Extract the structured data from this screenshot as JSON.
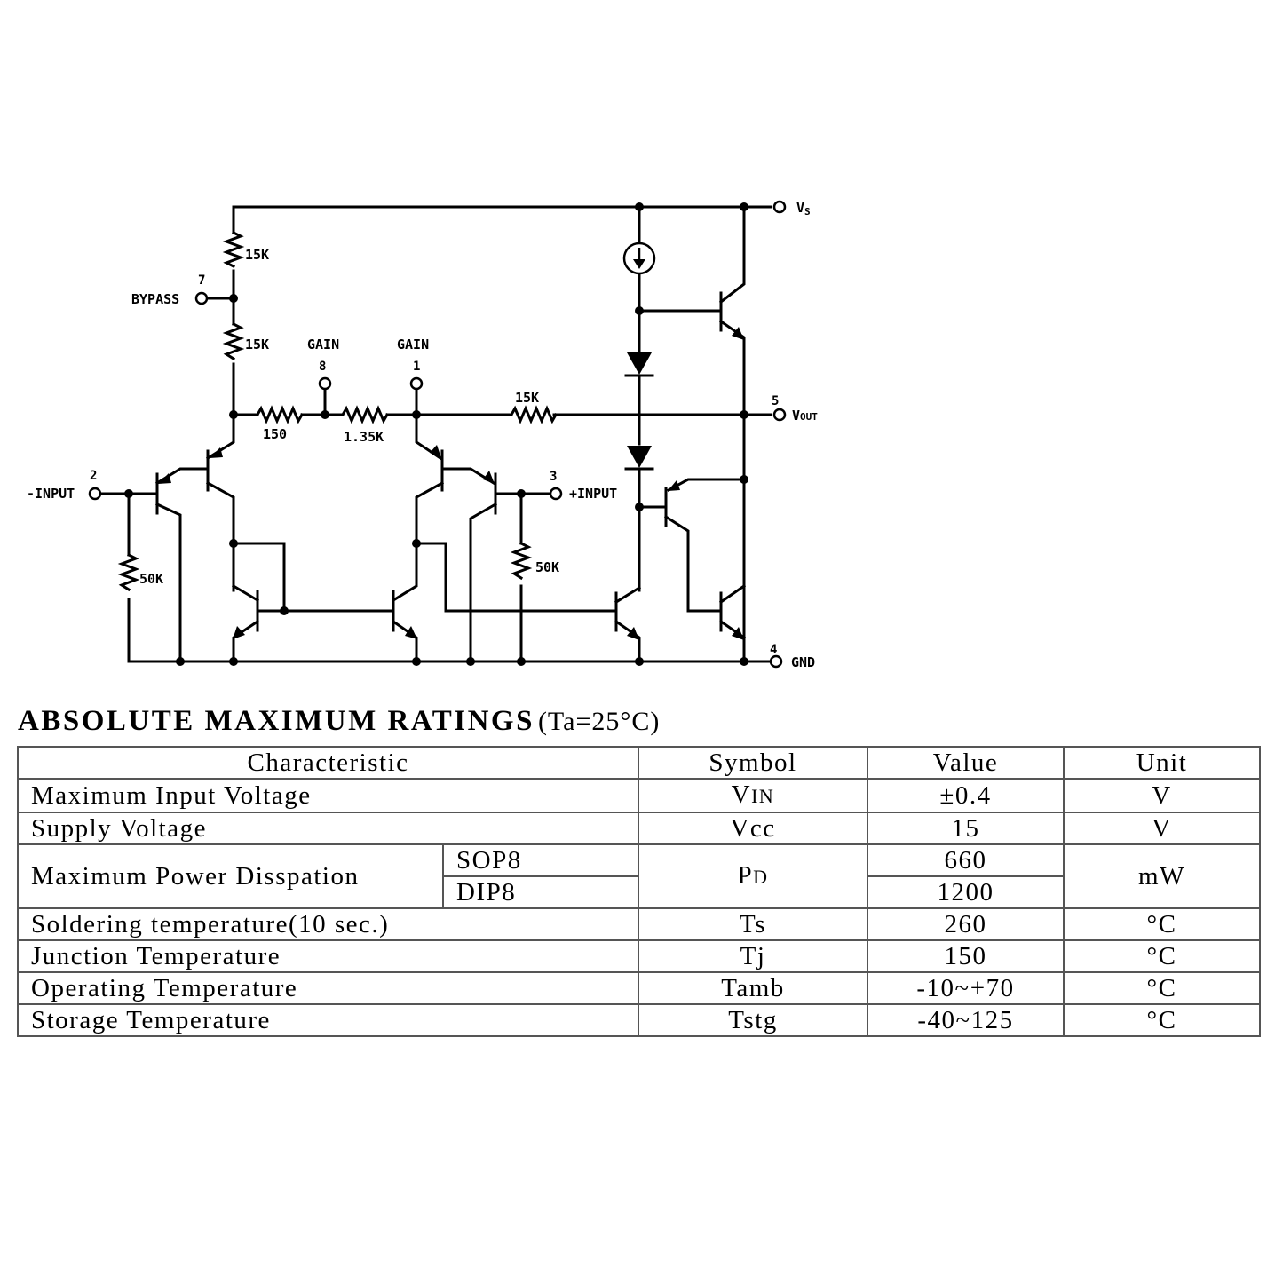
{
  "schematic": {
    "pins": {
      "vs": {
        "label": "V",
        "sub": "S"
      },
      "vout": {
        "number": "5",
        "label": "V",
        "sub": "OUT"
      },
      "gnd": {
        "number": "4",
        "label": "GND"
      },
      "bypass": {
        "number": "7",
        "label": "BYPASS"
      },
      "gain8": {
        "number": "8",
        "label": "GAIN"
      },
      "gain1": {
        "number": "1",
        "label": "GAIN"
      },
      "minus_input": {
        "number": "2",
        "label": "-INPUT"
      },
      "plus_input": {
        "number": "3",
        "label": "+INPUT"
      }
    },
    "resistors": {
      "r_top": "15K",
      "r_mid": "15K",
      "r_150": "150",
      "r_135": "1.35K",
      "r_feedback": "15K",
      "r_left": "50K",
      "r_right": "50K"
    }
  },
  "ratings": {
    "title": "ABSOLUTE MAXIMUM RATINGS",
    "condition": "(Ta=25°C)",
    "headers": {
      "characteristic": "Characteristic",
      "symbol": "Symbol",
      "value": "Value",
      "unit": "Unit"
    },
    "rows": [
      {
        "characteristic": "Maximum Input Voltage",
        "symbol": "V",
        "symbol_sub": "IN",
        "value": "±0.4",
        "unit": "V"
      },
      {
        "characteristic": "Supply Voltage",
        "symbol": "Vcc",
        "value": "15",
        "unit": "V"
      },
      {
        "characteristic": "Maximum Power Disspation",
        "symbol": "P",
        "symbol_sub": "D",
        "unit": "mW",
        "packages": [
          {
            "name": "SOP8",
            "value": "660"
          },
          {
            "name": "DIP8",
            "value": "1200"
          }
        ]
      },
      {
        "characteristic": "Soldering temperature(10 sec.)",
        "symbol": "Ts",
        "value": "260",
        "unit": "°C"
      },
      {
        "characteristic": "Junction Temperature",
        "symbol": "Tj",
        "value": "150",
        "unit": "°C"
      },
      {
        "characteristic": "Operating Temperature",
        "symbol": "Tamb",
        "value": "-10~+70",
        "unit": "°C"
      },
      {
        "characteristic": "Storage Temperature",
        "symbol": "Tstg",
        "value": "-40~125",
        "unit": "°C"
      }
    ]
  }
}
